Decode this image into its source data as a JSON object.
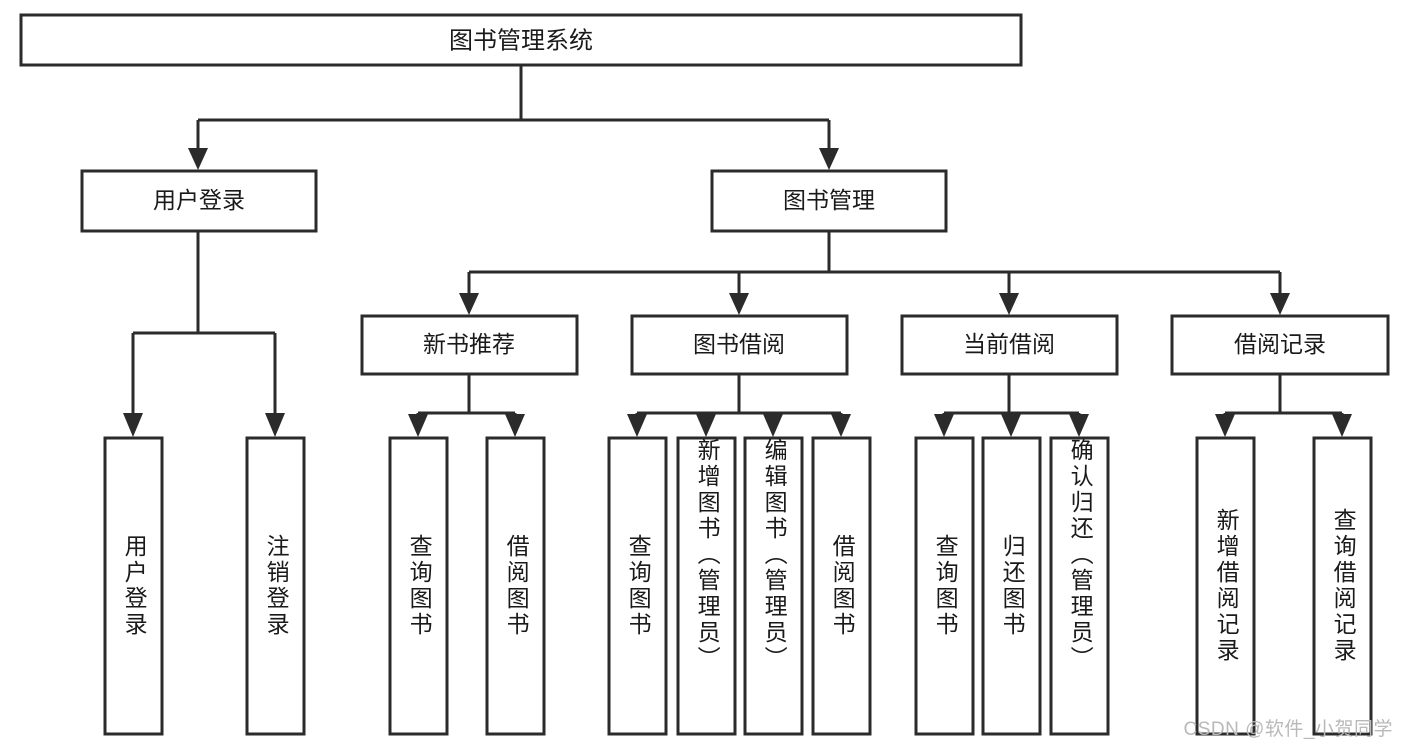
{
  "diagram": {
    "type": "tree",
    "title": "图书管理系统",
    "watermark": "CSDN @软件_小贺同学",
    "colors": {
      "stroke": "#2b2b2b",
      "fill": "#ffffff",
      "text": "#1a1a1a",
      "watermark": "#b9b9b9"
    },
    "root": {
      "label": "图书管理系统"
    },
    "level2": [
      {
        "label": "用户登录"
      },
      {
        "label": "图书管理"
      }
    ],
    "level3": [
      {
        "label": "新书推荐"
      },
      {
        "label": "图书借阅"
      },
      {
        "label": "当前借阅"
      },
      {
        "label": "借阅记录"
      }
    ],
    "leaves": {
      "user_login": [
        {
          "label": "用户登录"
        },
        {
          "label": "注销登录"
        }
      ],
      "new_book": [
        {
          "label": "查询图书"
        },
        {
          "label": "借阅图书"
        }
      ],
      "book_borrow": [
        {
          "label": "查询图书"
        },
        {
          "label": "新增图书（管理员）"
        },
        {
          "label": "编辑图书（管理员）"
        },
        {
          "label": "借阅图书"
        }
      ],
      "current_borrow": [
        {
          "label": "查询图书"
        },
        {
          "label": "归还图书"
        },
        {
          "label": "确认归还（管理员）"
        }
      ],
      "borrow_record": [
        {
          "label": "新增借阅记录"
        },
        {
          "label": "查询借阅记录"
        }
      ]
    }
  }
}
